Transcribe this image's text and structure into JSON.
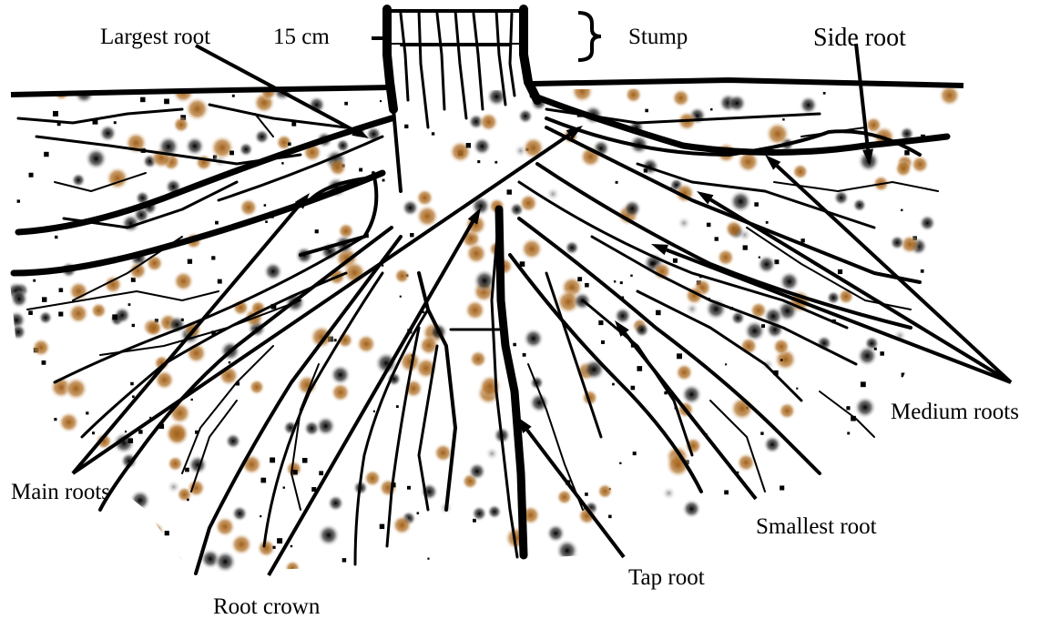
{
  "labels": {
    "largest_root": "Largest root",
    "stump_width": "15 cm",
    "stump": "Stump",
    "side_root": "Side root",
    "medium_roots": "Medium roots",
    "main_roots": "Main roots",
    "smallest_root": "Smallest root",
    "tap_root": "Tap root",
    "root_crown": "Root crown"
  },
  "colors": {
    "ink": "#000000",
    "soil_brown": "#a0601a",
    "soil_gray": "#9a9a9a",
    "background": "#ffffff"
  }
}
